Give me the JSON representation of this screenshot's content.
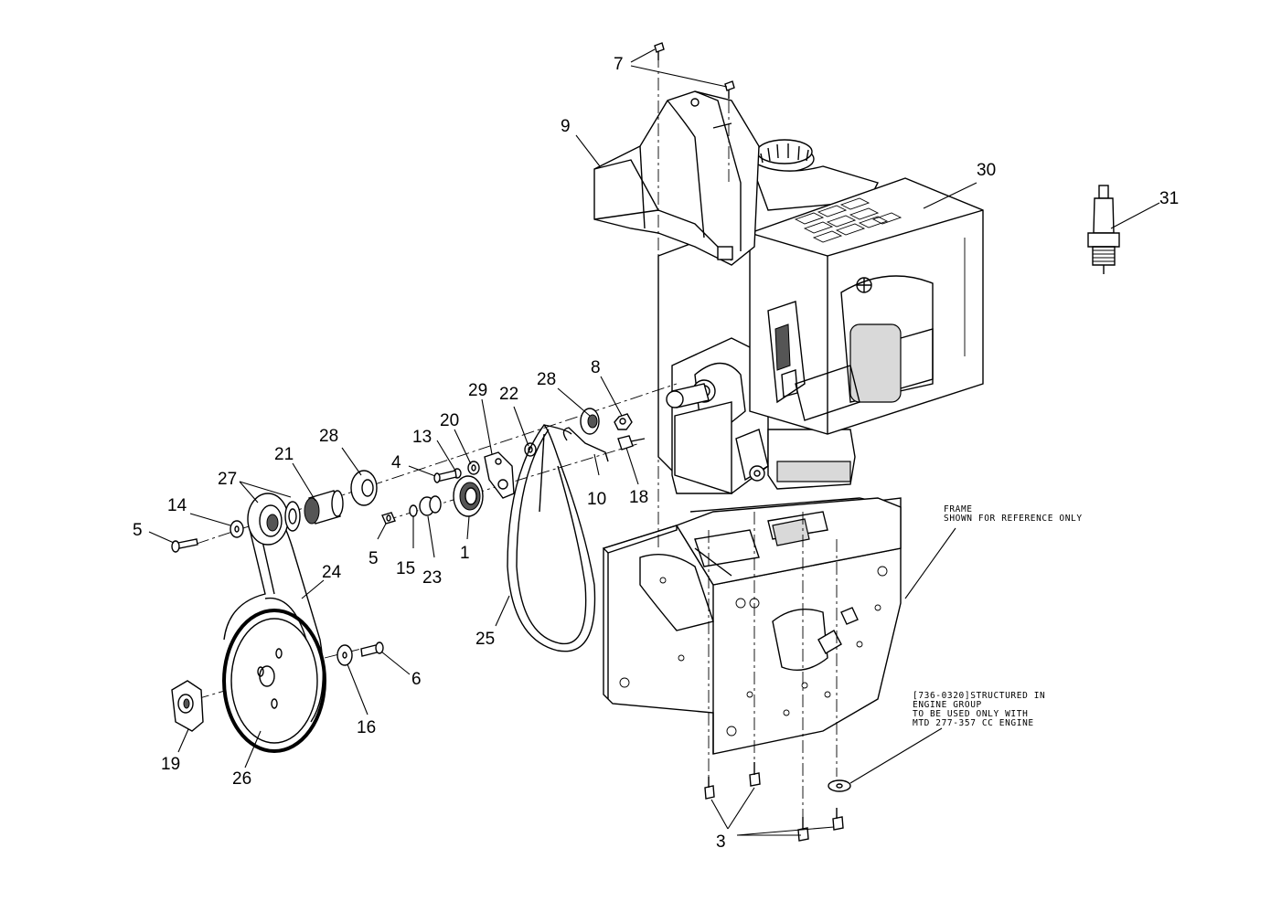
{
  "labels": {
    "p1": "1",
    "p3": "3",
    "p4": "4",
    "p5a": "5",
    "p5b": "5",
    "p6": "6",
    "p7": "7",
    "p8": "8",
    "p9": "9",
    "p10": "10",
    "p13": "13",
    "p14": "14",
    "p15": "15",
    "p16": "16",
    "p18": "18",
    "p19": "19",
    "p20": "20",
    "p21": "21",
    "p22": "22",
    "p23": "23",
    "p24": "24",
    "p25": "25",
    "p26": "26",
    "p27": "27",
    "p28a": "28",
    "p28b": "28",
    "p29": "29",
    "p30": "30",
    "p31": "31"
  },
  "notes": {
    "frame_line1": "FRAME",
    "frame_line2": "SHOWN FOR REFERENCE ONLY",
    "engine_line1": "[736-0320]STRUCTURED IN",
    "engine_line2": "ENGINE GROUP",
    "engine_line3": "TO BE USED ONLY WITH",
    "engine_line4": "MTD 277-357 CC ENGINE"
  }
}
